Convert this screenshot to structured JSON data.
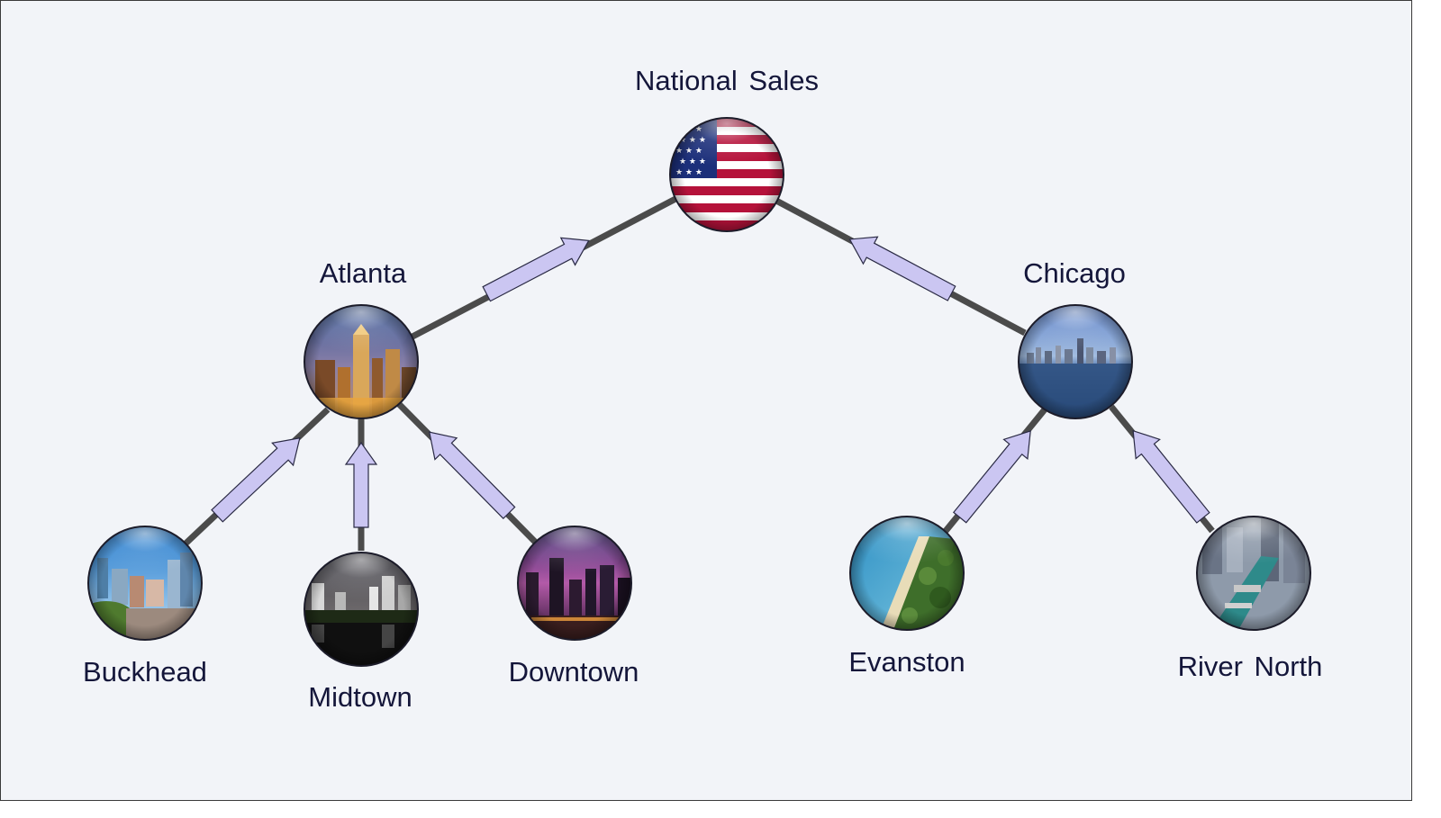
{
  "nodes": {
    "national": {
      "label": "National Sales",
      "image": "us-flag"
    },
    "atlanta": {
      "label": "Atlanta",
      "image": "atlanta-night-skyline"
    },
    "chicago": {
      "label": "Chicago",
      "image": "chicago-lakefront-skyline"
    },
    "buckhead": {
      "label": "Buckhead",
      "image": "buckhead-daytime-skyline"
    },
    "midtown": {
      "label": "Midtown",
      "image": "midtown-night-reflection"
    },
    "downtown": {
      "label": "Downtown",
      "image": "downtown-purple-dusk-skyline"
    },
    "evanston": {
      "label": "Evanston",
      "image": "evanston-aerial-lakeshore"
    },
    "river_north": {
      "label": "River North",
      "image": "river-north-aerial-river"
    }
  },
  "edges": [
    {
      "from": "atlanta",
      "to": "national"
    },
    {
      "from": "chicago",
      "to": "national"
    },
    {
      "from": "buckhead",
      "to": "atlanta"
    },
    {
      "from": "midtown",
      "to": "atlanta"
    },
    {
      "from": "downtown",
      "to": "atlanta"
    },
    {
      "from": "evanston",
      "to": "chicago"
    },
    {
      "from": "river_north",
      "to": "chicago"
    }
  ],
  "colors": {
    "background": "#f2f4f8",
    "edge": "#4b4b4b",
    "arrow_fill": "#cbc6f2",
    "label": "#14163a"
  }
}
